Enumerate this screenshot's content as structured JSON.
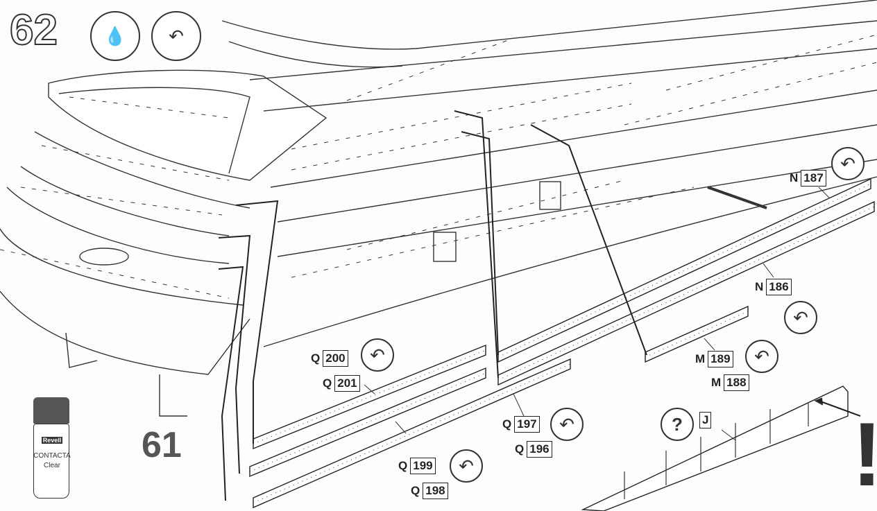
{
  "step_number": "62",
  "sub_step_number": "61",
  "glue": {
    "brand": "Revell",
    "product": "CONTACTA",
    "variant": "Clear"
  },
  "icons": [
    "glue-icon",
    "flip-over-icon",
    "question-icon",
    "exclamation-icon"
  ],
  "parts": [
    {
      "letter": "Q",
      "number": "200"
    },
    {
      "letter": "Q",
      "number": "201"
    },
    {
      "letter": "Q",
      "number": "199"
    },
    {
      "letter": "Q",
      "number": "198"
    },
    {
      "letter": "Q",
      "number": "197"
    },
    {
      "letter": "Q",
      "number": "196"
    },
    {
      "letter": "N",
      "number": "187"
    },
    {
      "letter": "N",
      "number": "186"
    },
    {
      "letter": "M",
      "number": "189"
    },
    {
      "letter": "M",
      "number": "188"
    }
  ],
  "sprue_ref": {
    "letter": "J"
  },
  "question_mark": "?",
  "exclamation": "!"
}
